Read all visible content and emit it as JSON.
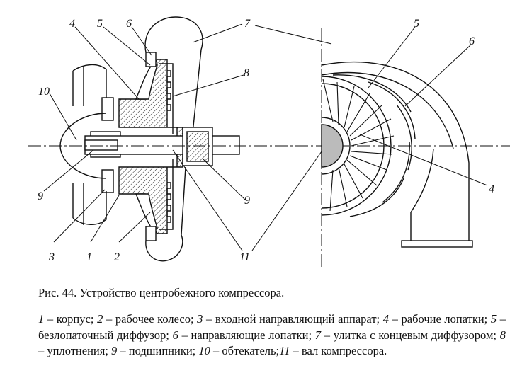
{
  "labels": {
    "n1": "1",
    "n2": "2",
    "n3": "3",
    "n4": "4",
    "n5": "5",
    "n6": "6",
    "n7": "7",
    "n8": "8",
    "n9": "9",
    "n10": "10",
    "n11": "11"
  },
  "caption": "Рис. 44. Устройство центробежного компрессора.",
  "legend": [
    {
      "num": "1",
      "text": " – корпус;   "
    },
    {
      "num": "2",
      "text": " – рабочее колесо;   "
    },
    {
      "num": "3",
      "text": " – входной направляющий аппарат;   "
    },
    {
      "num": "4",
      "text": " – рабочие лопатки;   "
    },
    {
      "num": "5",
      "text": " – безлопаточный диффузор;   "
    },
    {
      "num": "6",
      "text": " – направляющие лопатки;   "
    },
    {
      "num": "7",
      "text": " – улитка с концевым диффузором;   "
    },
    {
      "num": "8",
      "text": " – уплотнения;   "
    },
    {
      "num": "9",
      "text": " – подшипники;   "
    },
    {
      "num": "10",
      "text": " – обтекатель;"
    },
    {
      "num": "11",
      "text": " – вал компрессора."
    }
  ]
}
